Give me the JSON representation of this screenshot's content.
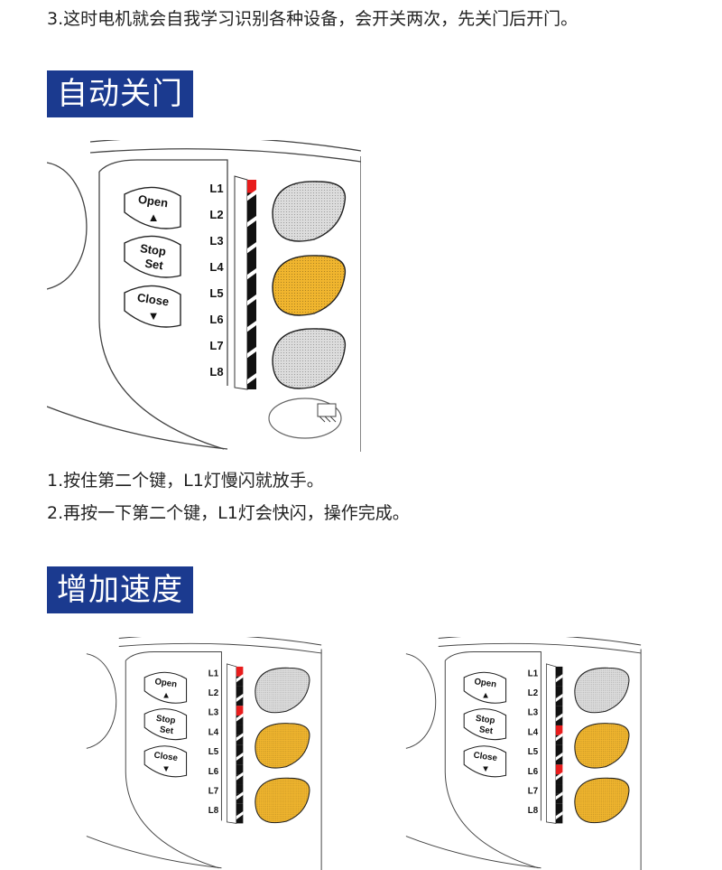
{
  "intro_step": "3.这时电机就会自我学习识别各种设备，会开关两次，先关门后开门。",
  "section1": {
    "title": "自动关门",
    "steps": [
      "1.按住第二个键，L1灯慢闪就放手。",
      "2.再按一下第二个键，L1灯会快闪，操作完成。"
    ]
  },
  "section2": {
    "title": "增加速度"
  },
  "panel": {
    "buttons": {
      "open": [
        "Open",
        "▲"
      ],
      "stop": [
        "Stop",
        "Set"
      ],
      "close": [
        "Close",
        "▼"
      ]
    },
    "leds": [
      "L1",
      "L2",
      "L3",
      "L4",
      "L5",
      "L6",
      "L7",
      "L8"
    ]
  },
  "colors": {
    "title_bg": "#1b3a8f",
    "led_on": "#e81c1c",
    "oval_yellow": "#f0b52e",
    "oval_gray": "#dcdcdc"
  },
  "panels": [
    {
      "leds_on": [
        1
      ],
      "ovals": [
        "gray",
        "yellow",
        "gray",
        "outline"
      ]
    },
    {
      "leds_on": [
        1,
        3
      ],
      "ovals": [
        "gray",
        "yellow",
        "yellow"
      ]
    },
    {
      "leds_on": [
        4,
        6
      ],
      "ovals": [
        "gray",
        "yellow",
        "yellow"
      ]
    }
  ]
}
